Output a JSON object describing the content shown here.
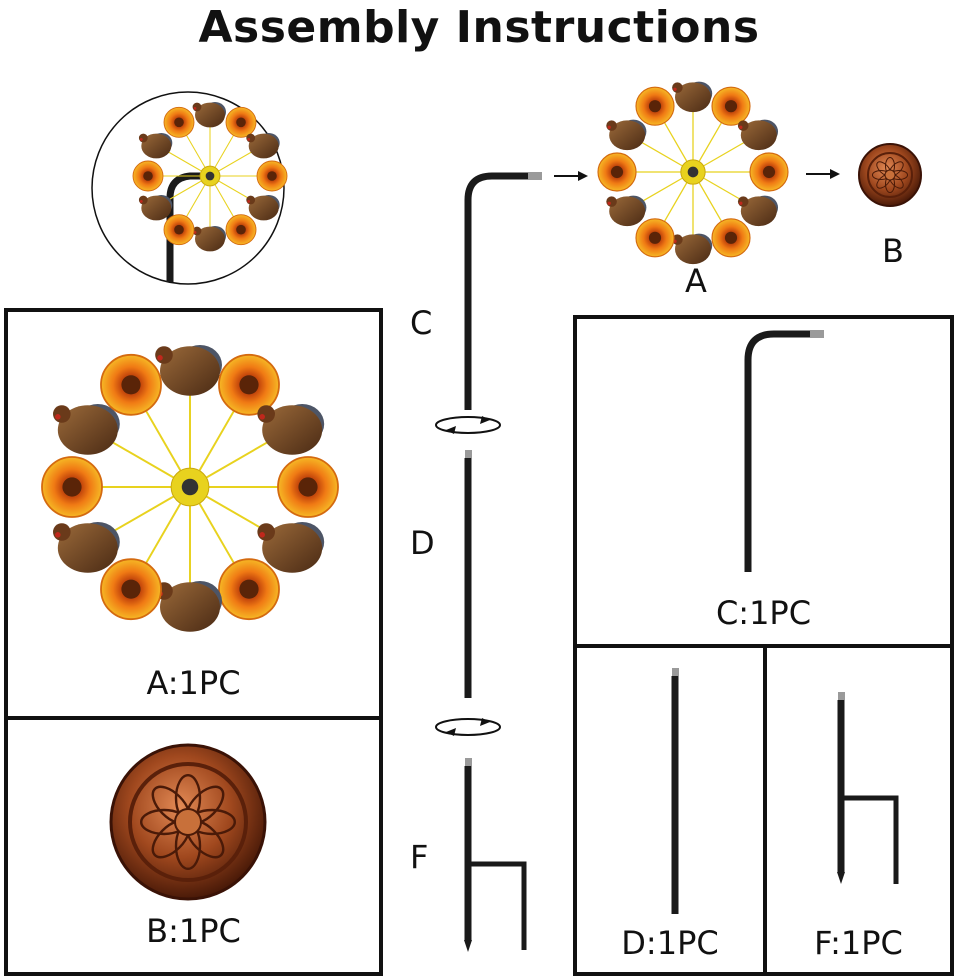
{
  "title": "Assembly Instructions",
  "labels": {
    "a": "A",
    "b": "B",
    "c": "C",
    "d": "D",
    "f": "F"
  },
  "captions": {
    "a": "A:1PC",
    "b": "B:1PC",
    "c": "C:1PC",
    "d": "D:1PC",
    "f": "F:1PC"
  },
  "colors": {
    "stake": "#1a1a1a",
    "petal": "#f2a21a",
    "petal_dark": "#d2570e",
    "center": "#6b2e0a",
    "spoke": "#e8d21e",
    "turkey": "#7a4a26",
    "tail": "#4d5566",
    "copper": "#a0481e"
  }
}
